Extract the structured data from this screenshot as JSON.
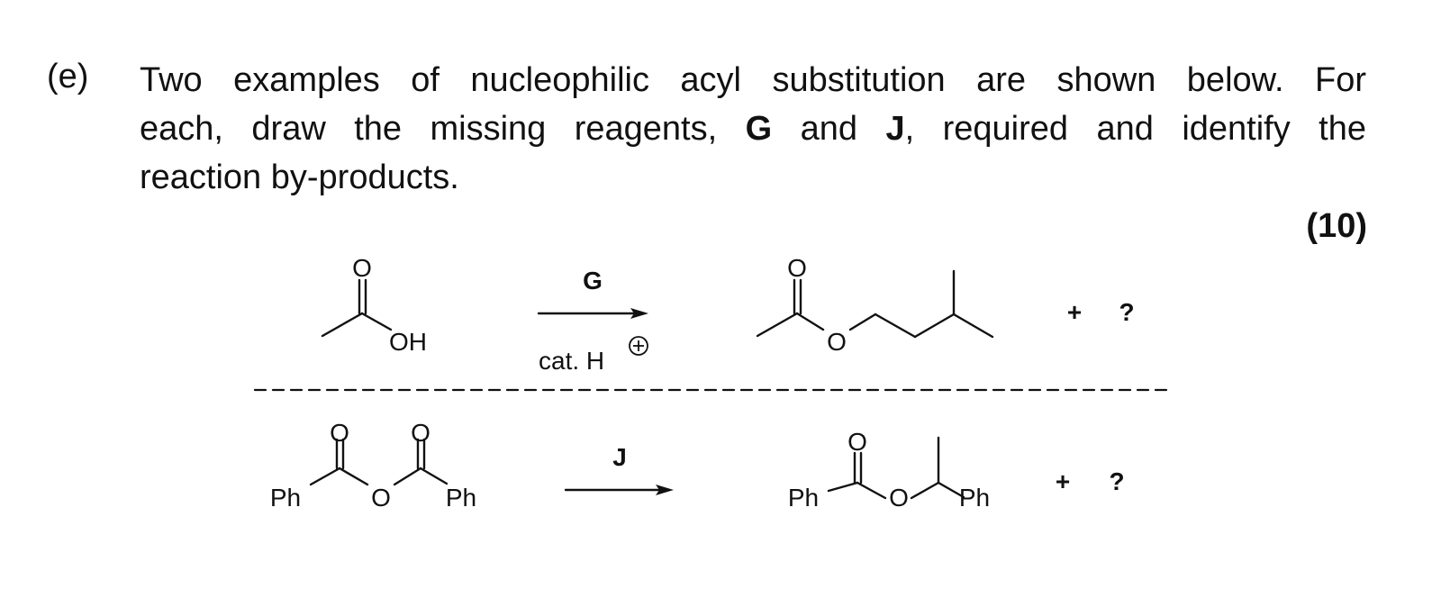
{
  "question": {
    "label": "(e)",
    "lines": [
      "Two examples of nucleophilic acyl substitution are shown below.  For",
      "each, draw the missing reagents, ",
      "reaction by-products."
    ],
    "line2_parts": {
      "pre": "each, draw the missing reagents, ",
      "reagent_g": "G",
      "mid": " and ",
      "reagent_j": "J",
      "post": ", required and identify the"
    },
    "marks": "(10)"
  },
  "reaction_1": {
    "reactant": {
      "name": "acetic acid",
      "atoms": {
        "carbonyl_o": "O",
        "hydroxyl": "OH"
      }
    },
    "arrow": {
      "above": "G",
      "below": "cat. H",
      "charge": "+"
    },
    "product": {
      "name": "isoamyl acetate",
      "atoms": {
        "carbonyl_o": "O",
        "ester_o": "O"
      }
    },
    "plus": "+",
    "byproduct": "?"
  },
  "reaction_2": {
    "reactant": {
      "name": "benzoic anhydride",
      "atoms": {
        "carbonyl_o_1": "O",
        "carbonyl_o_2": "O",
        "bridge_o": "O",
        "ph_left": "Ph",
        "ph_right": "Ph"
      }
    },
    "arrow": {
      "above": "J"
    },
    "product": {
      "name": "1-phenylethyl benzoate",
      "atoms": {
        "carbonyl_o": "O",
        "ester_o": "O",
        "ph_left": "Ph",
        "ph_right": "Ph"
      }
    },
    "plus": "+",
    "byproduct": "?"
  }
}
